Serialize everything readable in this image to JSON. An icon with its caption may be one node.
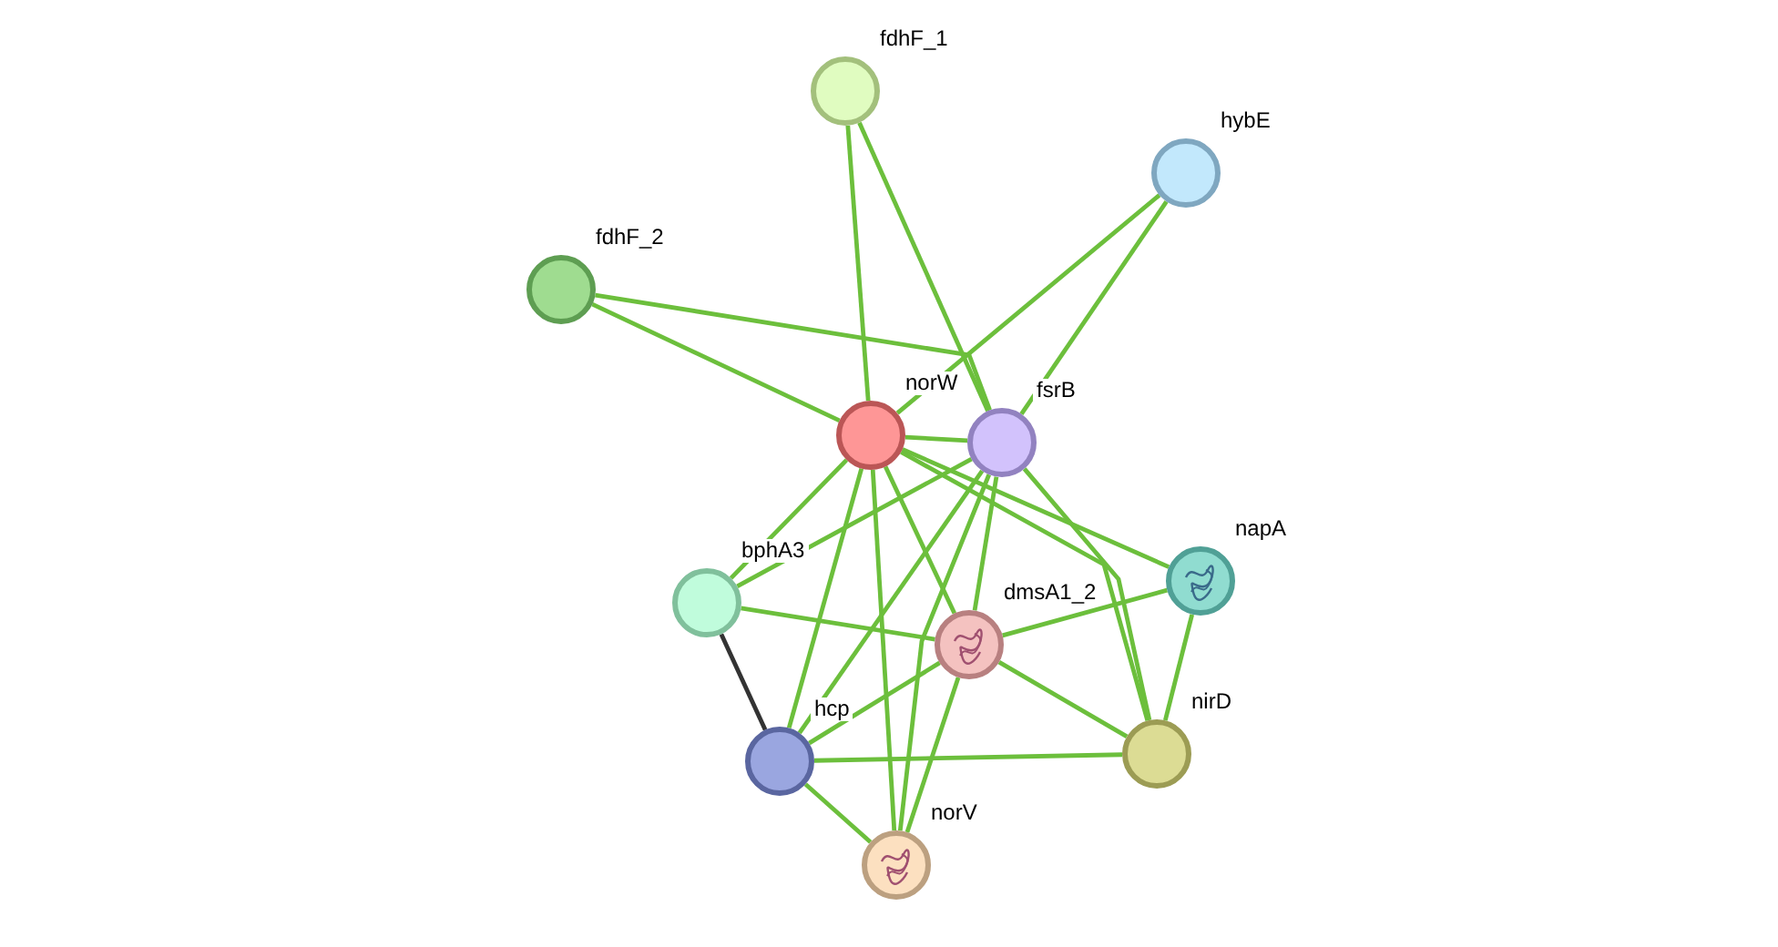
{
  "diagram": {
    "nodes": [
      {
        "text": [
          "fdhF_1"
        ]
      },
      {
        "text": [
          "hybE"
        ]
      },
      {
        "text": [
          "fdhF_2"
        ]
      },
      {
        "text": [
          "norW"
        ]
      },
      {
        "text": [
          "fsrB"
        ]
      },
      {
        "text": [
          "napA"
        ]
      },
      {
        "text": [
          "bphA3"
        ]
      },
      {
        "text": [
          "dmsA1_2"
        ]
      },
      {
        "text": [
          "nirD"
        ]
      },
      {
        "text": [
          "hcp"
        ]
      },
      {
        "text": [
          "norV"
        ]
      }
    ],
    "edges": [
      {
        "from": 0,
        "to": 3,
        "arrow": "none"
      },
      {
        "from": 0,
        "to": 4,
        "arrow": "none"
      },
      {
        "from": 1,
        "to": 3,
        "arrow": "none"
      },
      {
        "from": 1,
        "to": 4,
        "arrow": "none"
      },
      {
        "from": 2,
        "to": 3,
        "arrow": "none"
      },
      {
        "from": 2,
        "to": 4,
        "arrow": "none"
      },
      {
        "from": 3,
        "to": 4,
        "arrow": "none"
      },
      {
        "from": 3,
        "to": 6,
        "arrow": "none"
      },
      {
        "from": 3,
        "to": 9,
        "arrow": "none"
      },
      {
        "from": 3,
        "to": 10,
        "arrow": "none"
      },
      {
        "from": 3,
        "to": 7,
        "arrow": "none"
      },
      {
        "from": 3,
        "to": 8,
        "arrow": "none"
      },
      {
        "from": 3,
        "to": 5,
        "arrow": "none"
      },
      {
        "from": 4,
        "to": 6,
        "arrow": "none"
      },
      {
        "from": 4,
        "to": 9,
        "arrow": "none"
      },
      {
        "from": 4,
        "to": 7,
        "arrow": "none"
      },
      {
        "from": 4,
        "to": 10,
        "arrow": "none"
      },
      {
        "from": 4,
        "to": 8,
        "arrow": "none"
      },
      {
        "from": 6,
        "to": 7,
        "arrow": "none"
      },
      {
        "from": 6,
        "to": 9,
        "arrow": "none",
        "color": "#333333"
      },
      {
        "from": 7,
        "to": 5,
        "arrow": "none"
      },
      {
        "from": 7,
        "to": 8,
        "arrow": "none"
      },
      {
        "from": 7,
        "to": 9,
        "arrow": "none"
      },
      {
        "from": 7,
        "to": 10,
        "arrow": "none"
      },
      {
        "from": 5,
        "to": 8,
        "arrow": "none"
      },
      {
        "from": 9,
        "to": 8,
        "arrow": "none"
      },
      {
        "from": 9,
        "to": 10,
        "arrow": "none"
      }
    ]
  }
}
